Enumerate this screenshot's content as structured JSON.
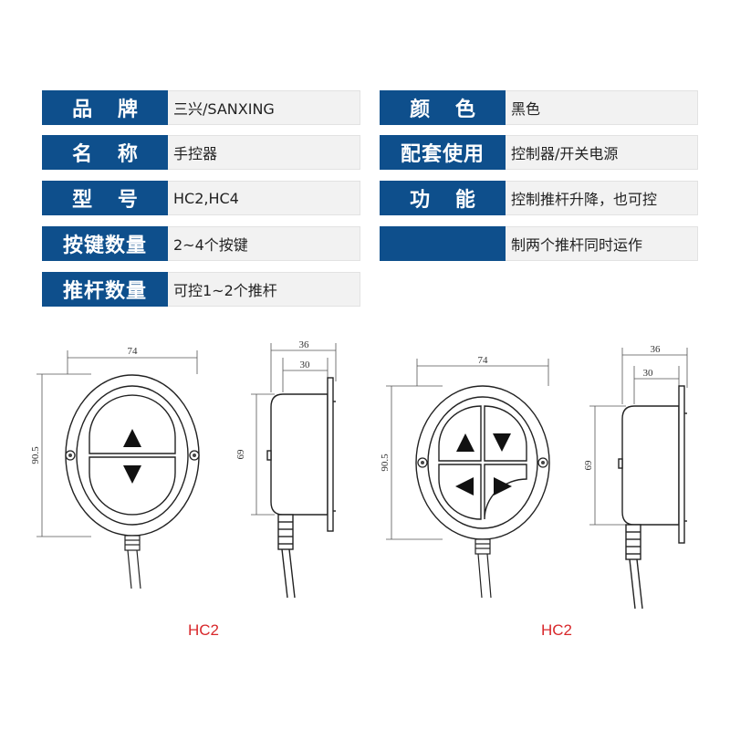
{
  "specs": [
    {
      "key": "品 牌",
      "value": "三兴/SANXING"
    },
    {
      "key": "颜 色",
      "value": "黑色"
    },
    {
      "key": "名 称",
      "value": "手控器"
    },
    {
      "key": "配套使用",
      "value": "控制器/开关电源"
    },
    {
      "key": "型 号",
      "value": "HC2,HC4"
    },
    {
      "key": "功 能",
      "value": "控制推杆升降，也可控"
    },
    {
      "key": "按键数量",
      "value": "2~4个按键"
    },
    {
      "key": "",
      "value": "制两个推杆同时运作"
    },
    {
      "key": "推杆数量",
      "value": "可控1~2个推杆"
    }
  ],
  "drawings": {
    "hc2_front": {
      "width": "74",
      "height": "90.5",
      "icon_up": "triangle-up-icon",
      "icon_down": "triangle-down-icon"
    },
    "hc2_side": {
      "depth_total": "36",
      "depth_body": "30",
      "height": "69"
    },
    "hc4_front": {
      "width": "74",
      "height": "90.5"
    },
    "hc4_side": {
      "depth_total": "36",
      "depth_body": "30",
      "height": "69"
    },
    "caption_left": "HC2",
    "caption_right": "HC2"
  },
  "colors": {
    "key_bg": "#0e4f8c",
    "value_bg": "#f2f2f2",
    "caption": "#d8282b"
  }
}
